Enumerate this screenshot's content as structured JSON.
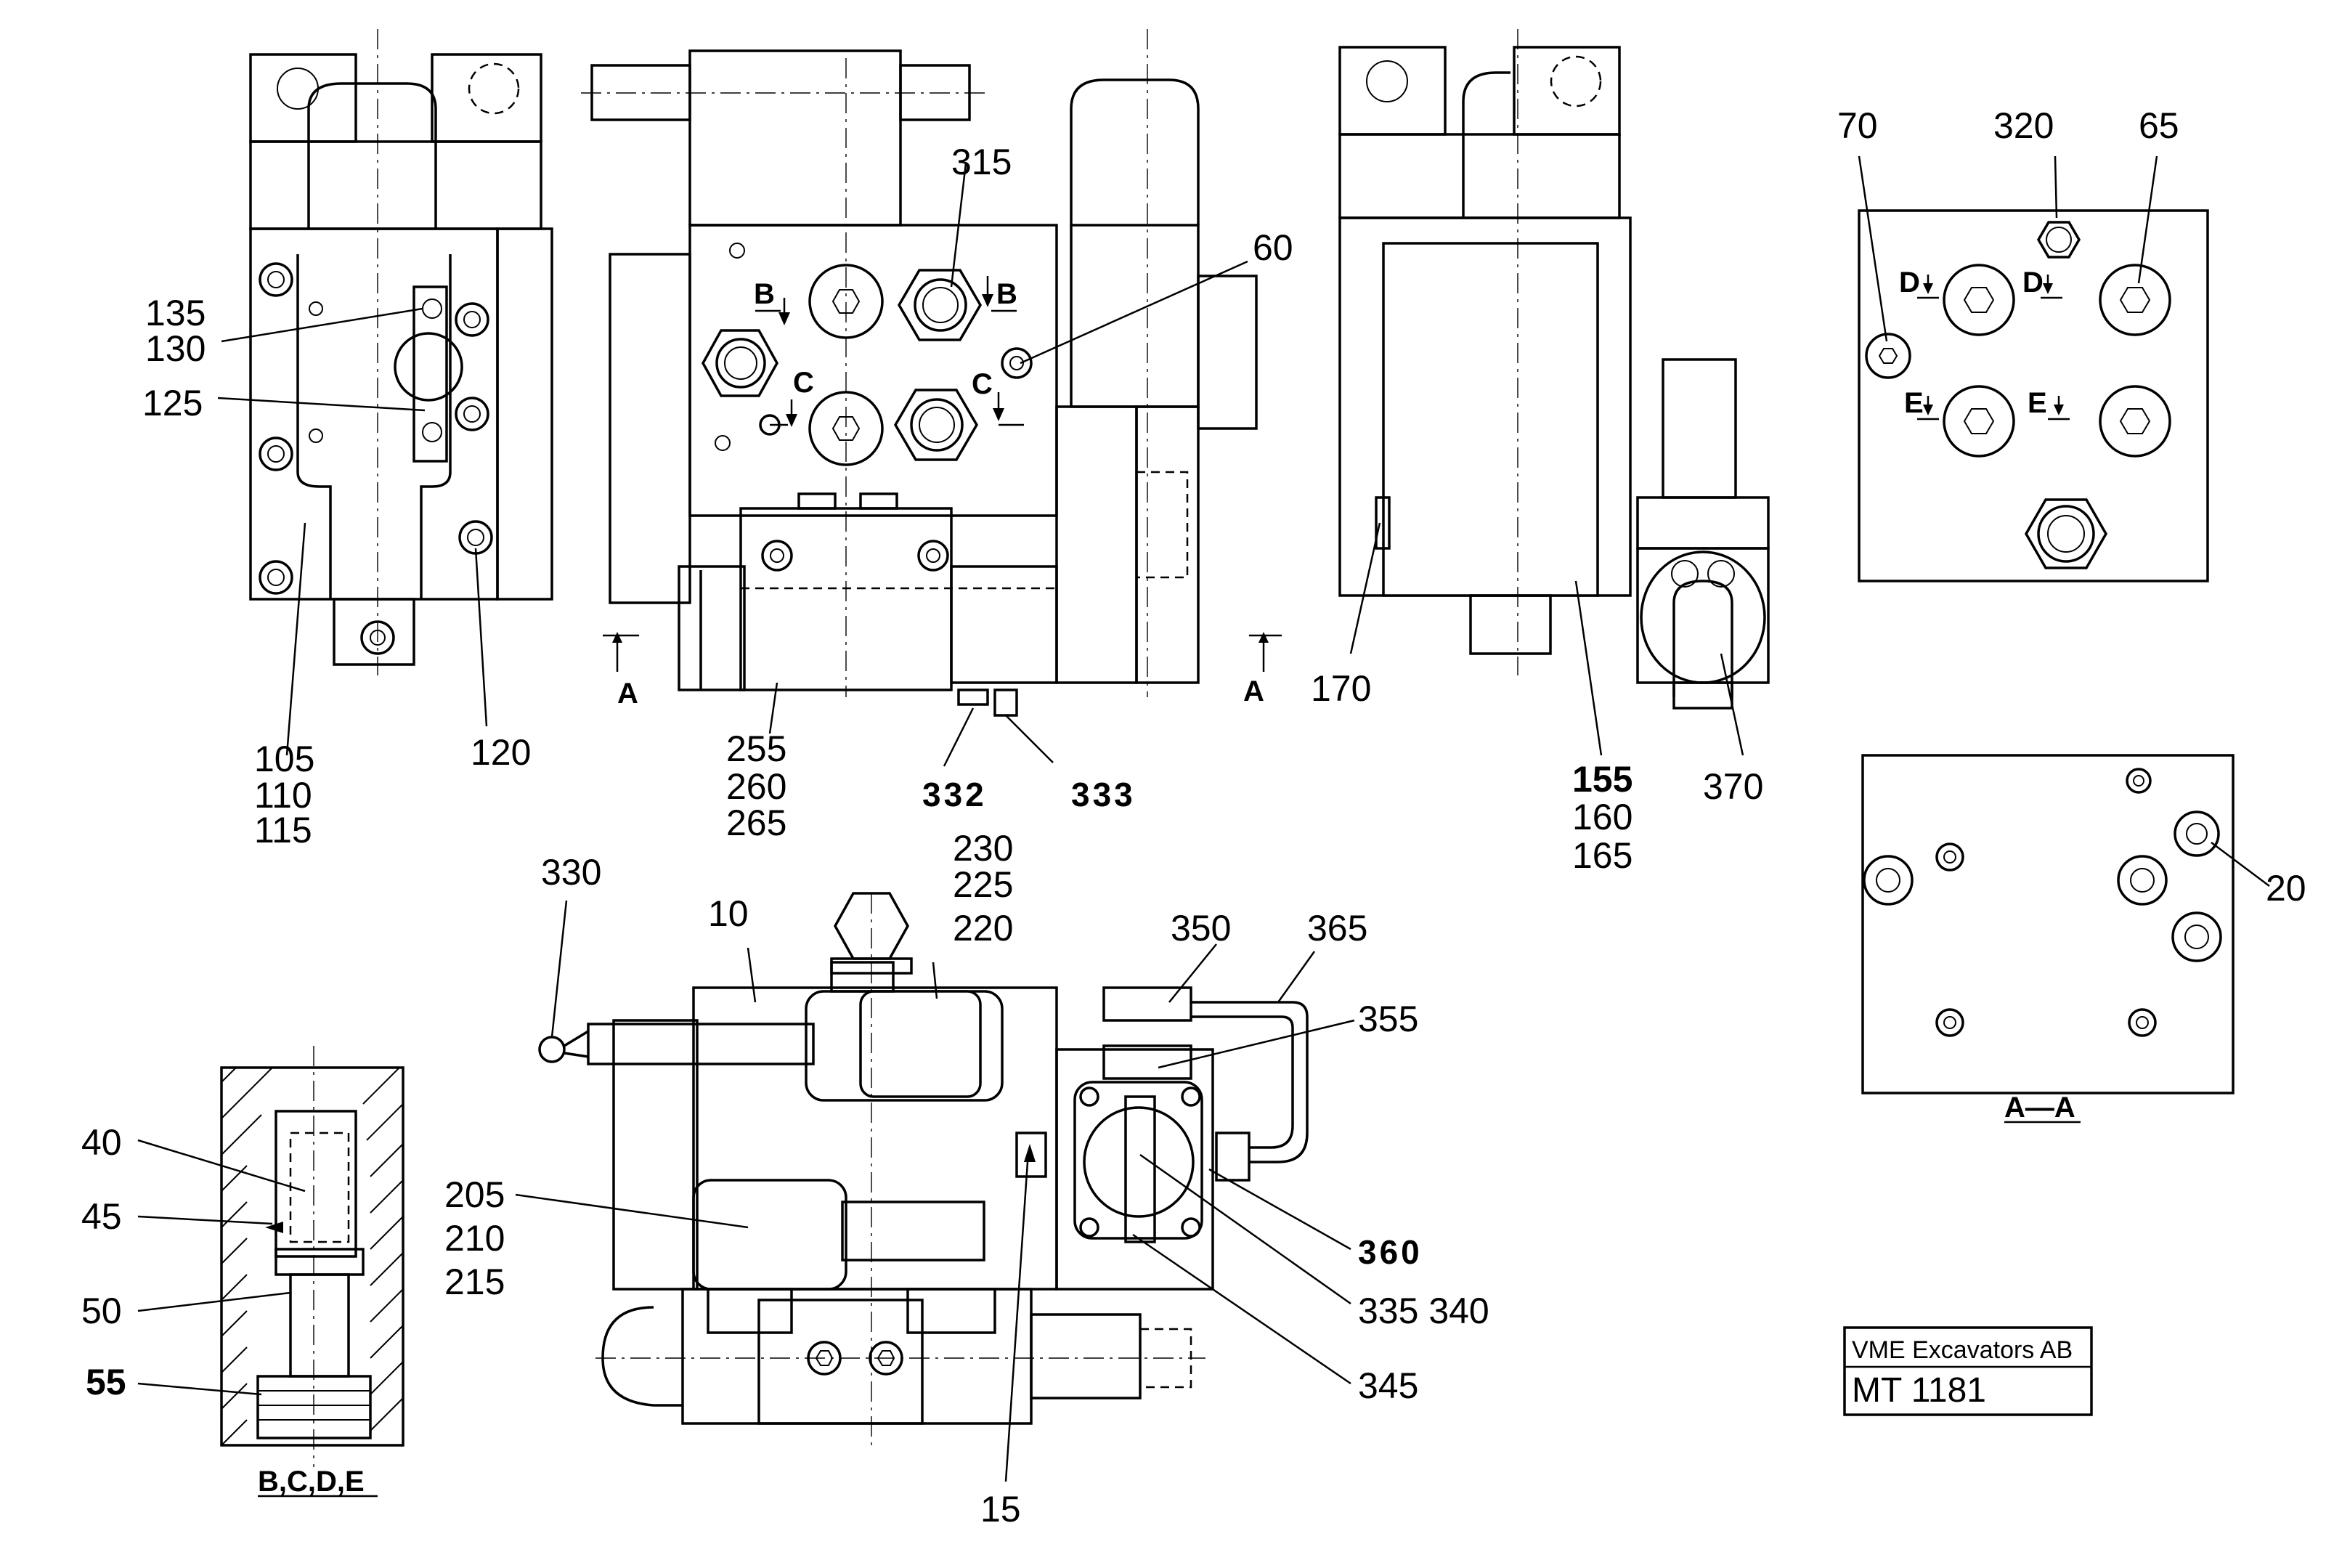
{
  "callouts": {
    "c135": "135",
    "c130": "130",
    "c125": "125",
    "c105": "105",
    "c110": "110",
    "c115": "115",
    "c120": "120",
    "c315": "315",
    "c60": "60",
    "c255": "255",
    "c260": "260",
    "c265": "265",
    "c332": "332",
    "c333": "333",
    "c170": "170",
    "c155": "155",
    "c160": "160",
    "c165": "165",
    "c370": "370",
    "c70": "70",
    "c320": "320",
    "c65": "65",
    "c20": "20",
    "c330": "330",
    "c10": "10",
    "c230": "230",
    "c225": "225",
    "c220": "220",
    "c350": "350",
    "c365": "365",
    "c355": "355",
    "c205": "205",
    "c210": "210",
    "c215": "215",
    "c360": "360",
    "c335_340": "335 340",
    "c345": "345",
    "c15": "15",
    "c40": "40",
    "c45": "45",
    "c50": "50",
    "c55": "55"
  },
  "section_marks": {
    "b": "B",
    "c": "C",
    "d": "D",
    "e": "E",
    "a": "A"
  },
  "view_titles": {
    "section_aa": "A—A",
    "section_bcde": "B,C,D,E"
  },
  "title_block": {
    "company": "VME Excavators AB",
    "drawing_no": "MT 1181"
  }
}
